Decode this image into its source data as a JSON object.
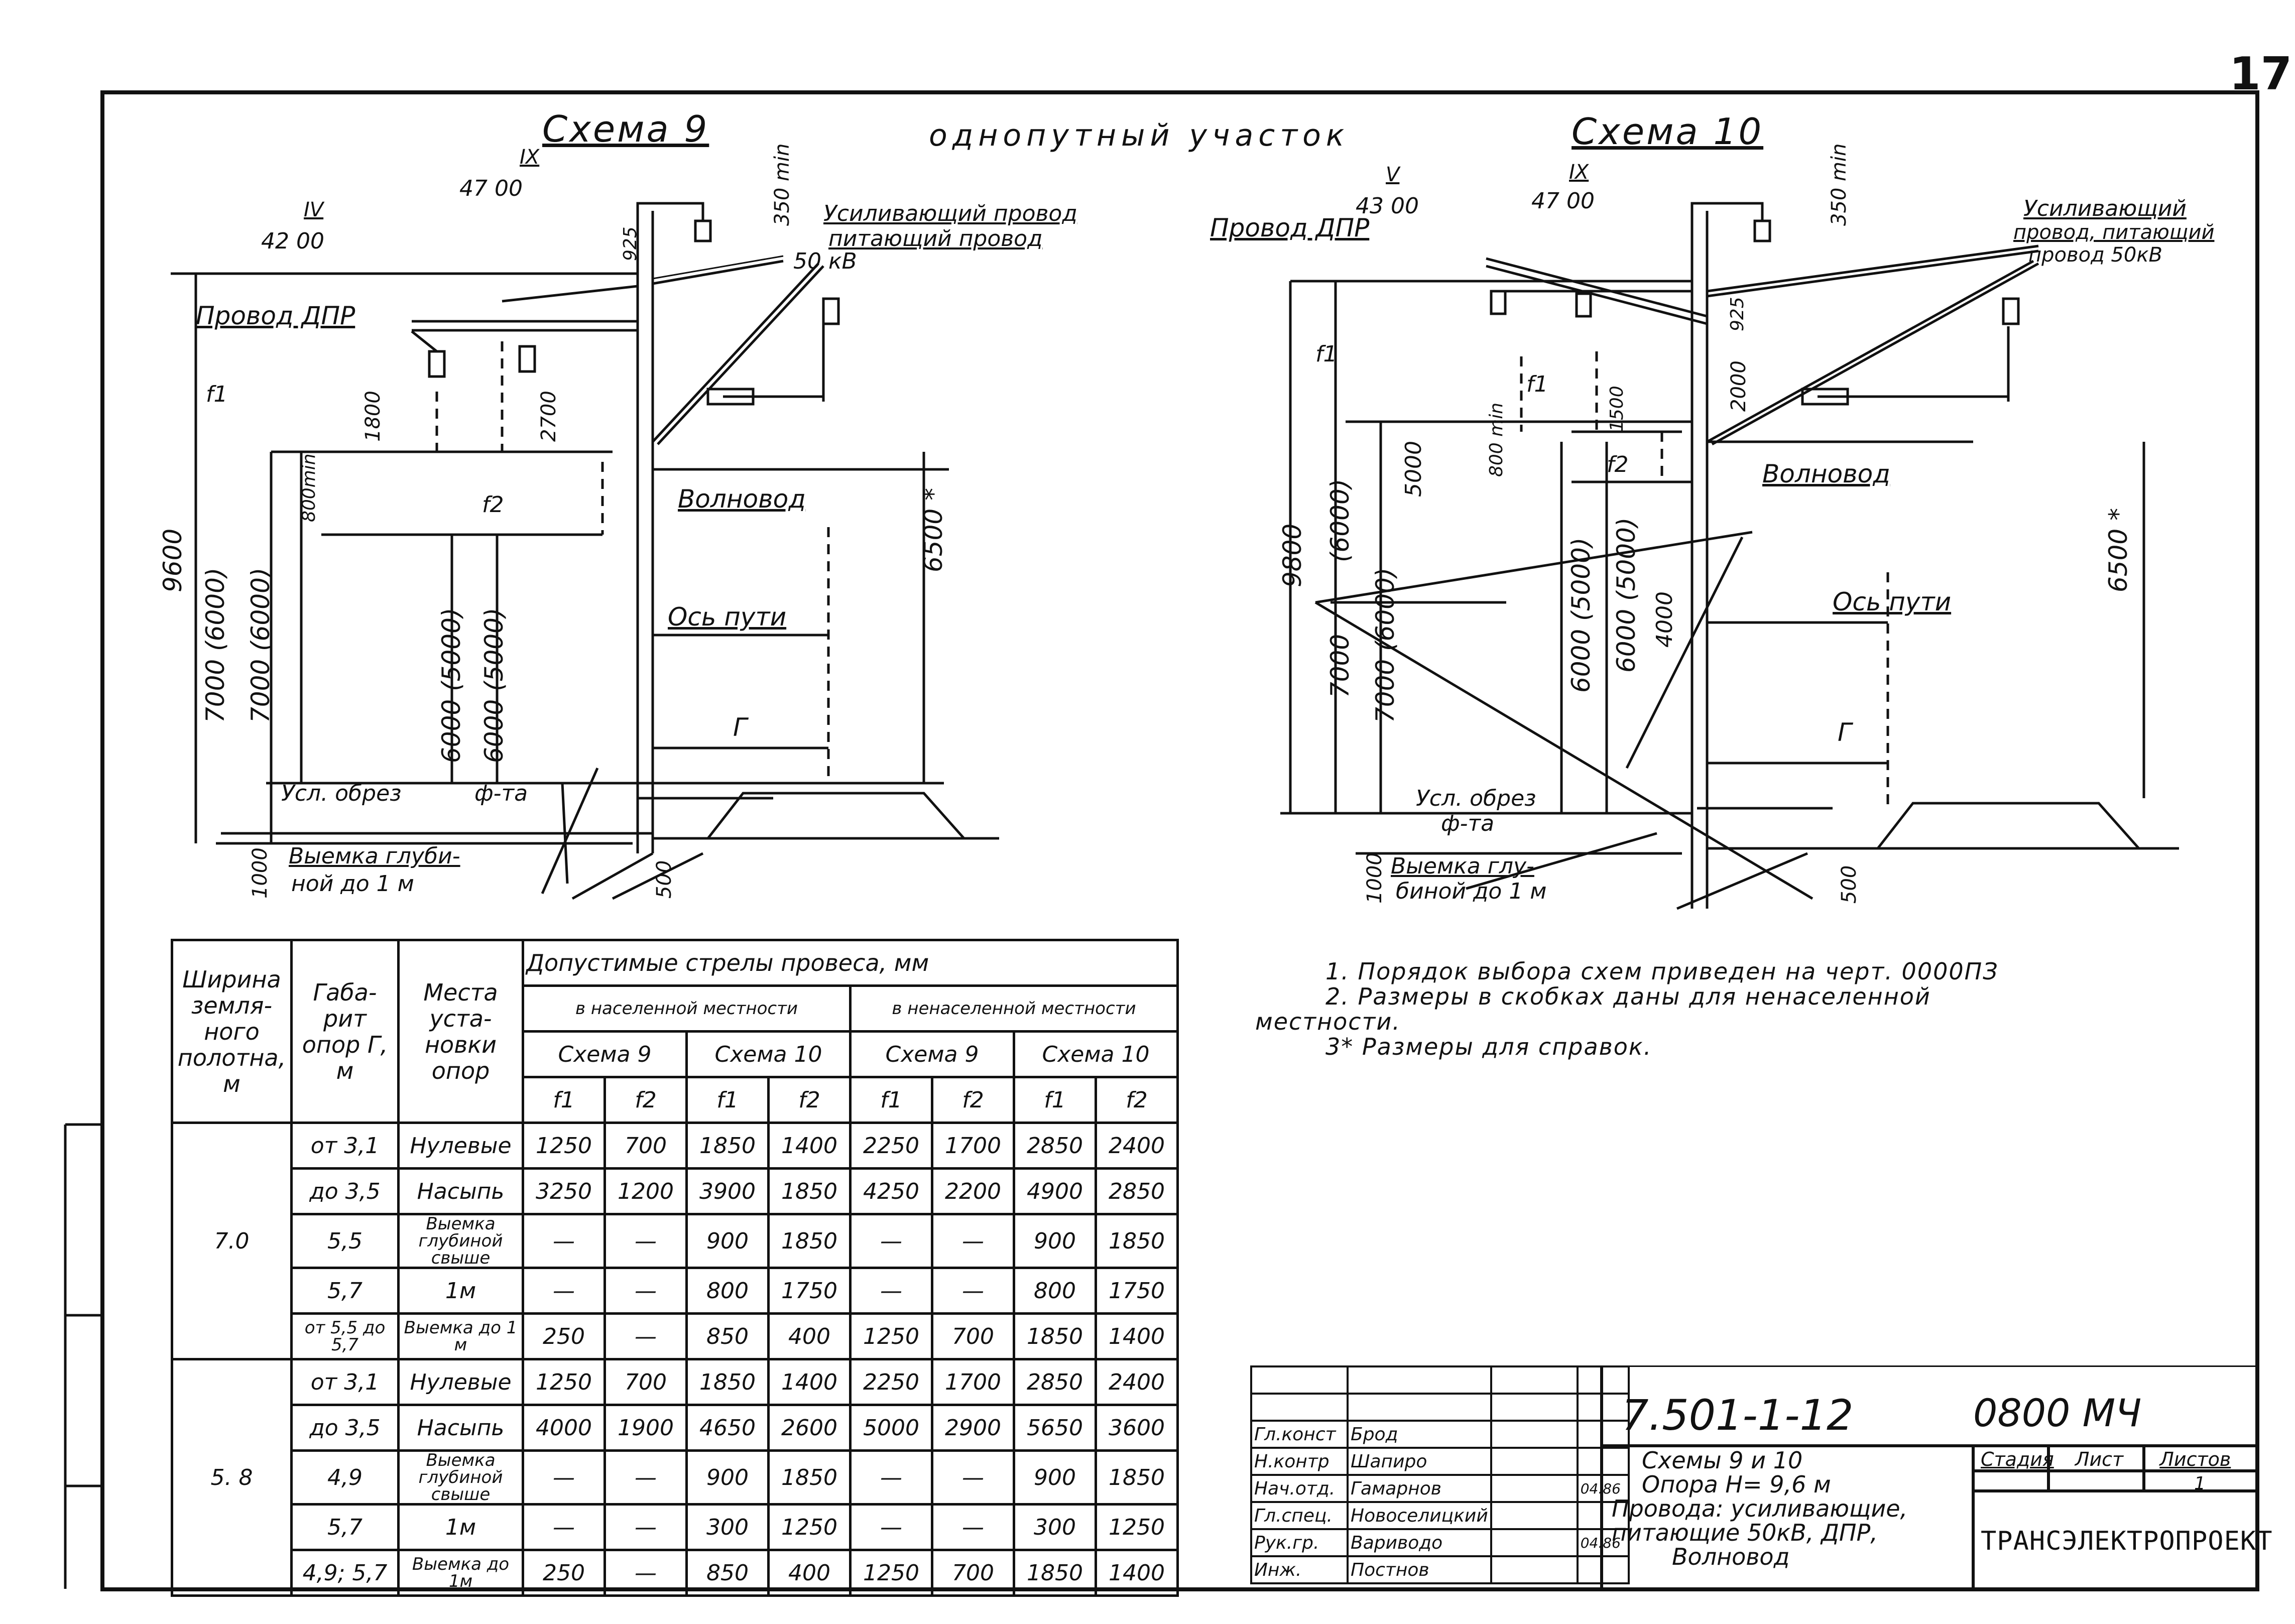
{
  "page": {
    "number": "17"
  },
  "scheme9": {
    "title": "Схема 9",
    "subtitle": "однопутный участок",
    "mark_ix": "IX",
    "mark_ix_val": "47 00",
    "mark_iv": "IV",
    "mark_iv_val": "42 00",
    "dim_350": "350 min",
    "dim_925": "925",
    "label_reinforcing": "Усиливающий провод",
    "label_feeding": "питающий провод",
    "label_50kv": "50 кВ",
    "label_dpr": "Провод ДПР",
    "label_f1": "f1",
    "label_f2": "f2",
    "dim_1800": "1800",
    "dim_2700": "2700",
    "dim_800": "800min",
    "label_waveguide": "Волновод",
    "dim_9600": "9600",
    "dim_7000a": "7000 (6000)",
    "dim_7000b": "7000 (6000)",
    "dim_6000a": "6000 (5000)",
    "dim_6000b": "6000 (5000)",
    "label_track_axis": "Ось пути",
    "dim_6500": "6500 *",
    "label_g": "Г",
    "label_foundation": "Усл. обрез",
    "label_foundation2": "ф-та",
    "label_excavation": "Выемка глуби-",
    "label_excavation2": "ной до 1 м",
    "dim_1000": "1000",
    "dim_500": "500"
  },
  "scheme10": {
    "title": "Схема 10",
    "mark_v": "V",
    "mark_v_val": "43 00",
    "mark_ix": "IX",
    "mark_ix_val": "47 00",
    "dim_350": "350 min",
    "label_dpr": "Провод ДПР",
    "label_reinforcing": "Усиливающий",
    "label_feeding": "провод, питающий",
    "label_50kv": "провод 50кВ",
    "dim_925": "925",
    "dim_2000": "2000",
    "dim_1500": "1500",
    "label_f1": "f1",
    "label_f2": "f2",
    "dim_5000": "5000",
    "dim_800": "800 min",
    "label_waveguide": "Волновод",
    "dim_9800": "9800",
    "dim_6000p": "(6000)",
    "dim_7000a": "7000",
    "dim_7000b": "7000 (6000)",
    "dim_6000a": "6000 (5000)",
    "dim_6000b": "6000 (5000)",
    "dim_4000": "4000",
    "label_track_axis": "Ось пути",
    "dim_6500": "6500 *",
    "label_g": "Г",
    "label_foundation": "Усл. обрез",
    "label_foundation2": "ф-та",
    "label_excavation": "Выемка глу-",
    "label_excavation2": "биной до 1 м",
    "dim_1000": "1000",
    "dim_500": "500"
  },
  "table": {
    "col_width": "Ширина земля- ного полотна, м",
    "col_gabarit": "Габа- рит опор Г, м",
    "col_place": "Места уста- новки опор",
    "col_allowed": "Допустимые стрелы провеса, мм",
    "col_populated": "в населенной местности",
    "col_unpopulated": "в ненаселенной местности",
    "col_s9": "Схема 9",
    "col_s10": "Схема 10",
    "f1": "f1",
    "f2": "f2",
    "groups": [
      {
        "width": "7.0",
        "rows": [
          {
            "gab": "от 3,1",
            "place": "Нулевые",
            "v": [
              "1250",
              "700",
              "1850",
              "1400",
              "2250",
              "1700",
              "2850",
              "2400"
            ]
          },
          {
            "gab": "до 3,5",
            "place": "Насыпь",
            "v": [
              "3250",
              "1200",
              "3900",
              "1850",
              "4250",
              "2200",
              "4900",
              "2850"
            ]
          },
          {
            "gab": "5,5",
            "place": "Выемка глубиной свыше",
            "v": [
              "—",
              "—",
              "900",
              "1850",
              "—",
              "—",
              "900",
              "1850"
            ]
          },
          {
            "gab": "5,7",
            "place": "1м",
            "v": [
              "—",
              "—",
              "800",
              "1750",
              "—",
              "—",
              "800",
              "1750"
            ]
          },
          {
            "gab": "от 5,5 до 5,7",
            "place": "Выемка до 1 м",
            "v": [
              "250",
              "—",
              "850",
              "400",
              "1250",
              "700",
              "1850",
              "1400"
            ]
          }
        ]
      },
      {
        "width": "5. 8",
        "rows": [
          {
            "gab": "от 3,1",
            "place": "Нулевые",
            "v": [
              "1250",
              "700",
              "1850",
              "1400",
              "2250",
              "1700",
              "2850",
              "2400"
            ]
          },
          {
            "gab": "до 3,5",
            "place": "Насыпь",
            "v": [
              "4000",
              "1900",
              "4650",
              "2600",
              "5000",
              "2900",
              "5650",
              "3600"
            ]
          },
          {
            "gab": "4,9",
            "place": "Выемка глубиной свыше",
            "v": [
              "—",
              "—",
              "900",
              "1850",
              "—",
              "—",
              "900",
              "1850"
            ]
          },
          {
            "gab": "5,7",
            "place": "1м",
            "v": [
              "—",
              "—",
              "300",
              "1250",
              "—",
              "—",
              "300",
              "1250"
            ]
          },
          {
            "gab": "4,9; 5,7",
            "place": "Выемка до 1м",
            "v": [
              "250",
              "—",
              "850",
              "400",
              "1250",
              "700",
              "1850",
              "1400"
            ]
          }
        ]
      }
    ]
  },
  "notes": {
    "n1": "1. Порядок выбора схем приведен на черт. 0000ПЗ",
    "n2a": "2. Размеры в скобках даны для ненаселенной",
    "n2b": "местности.",
    "n3": "3* Размеры для справок."
  },
  "titleblock": {
    "code": "7.501-1-12",
    "doc": "0800 МЧ",
    "roles": [
      "Гл.конст",
      "Н.контр",
      "Нач.отд.",
      "Гл.спец.",
      "Рук.гр.",
      "Инж."
    ],
    "names": [
      "Брод",
      "Шапиро",
      "Гамарнов",
      "Новоселицкий",
      "Вариводо",
      "Постнов"
    ],
    "date1": "04.86",
    "date2": "04.86",
    "desc1": "Схемы 9 и 10",
    "desc2": "Опора Н= 9,6 м",
    "desc3": "Провода: усиливающие,",
    "desc4": "питающие 50кВ, ДПР,",
    "desc5": "Волновод",
    "stage_label": "Стадия",
    "sheet_label": "Лист",
    "sheets_label": "Листов",
    "sheets_val": "1",
    "org": "ТРАНСЭЛЕКТРОПРОЕКТ"
  }
}
